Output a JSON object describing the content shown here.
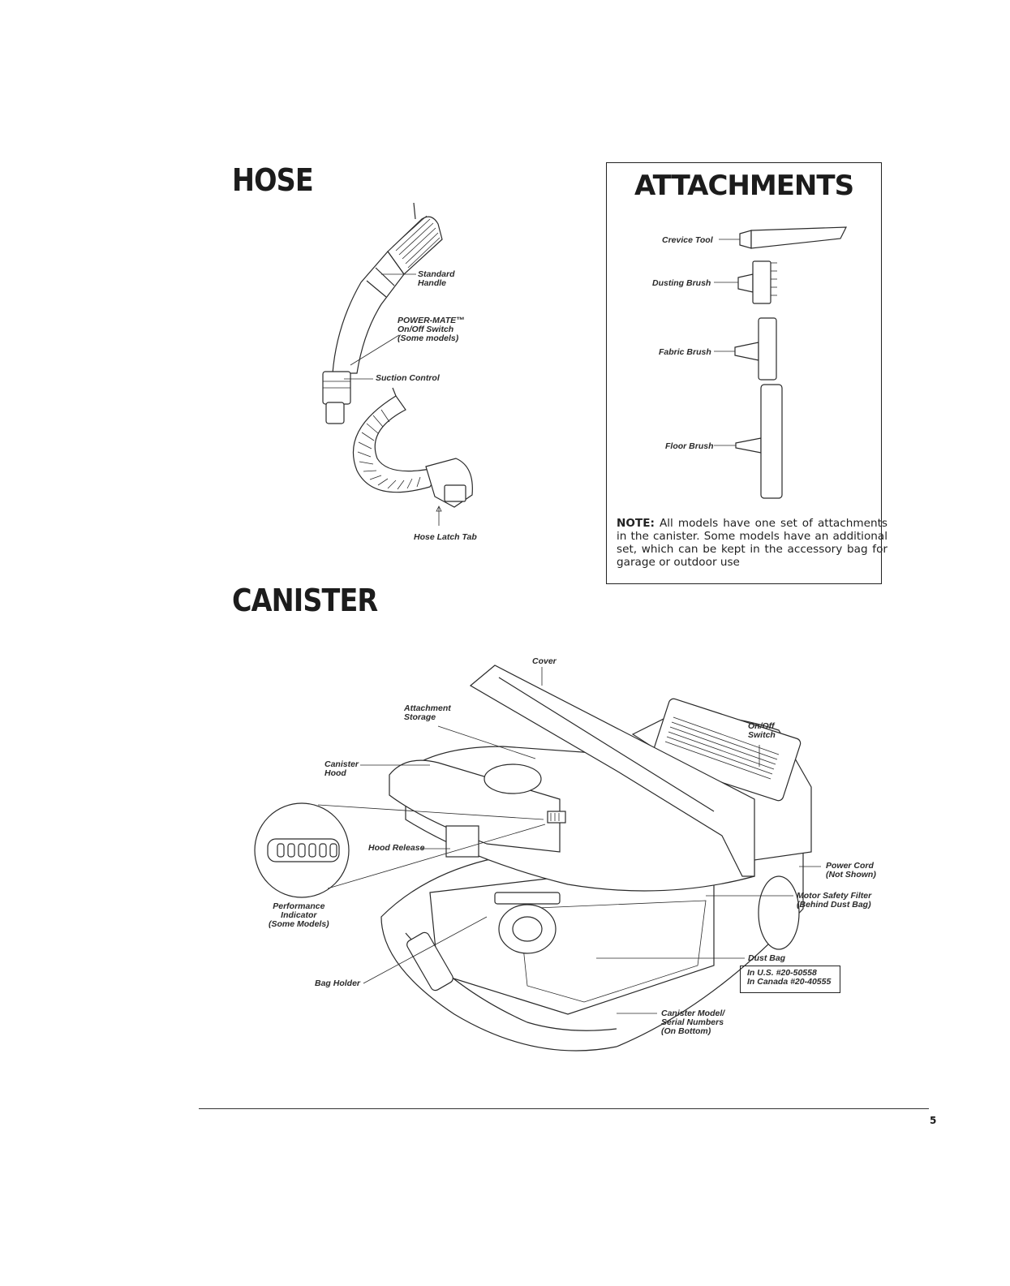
{
  "sections": {
    "hose": "HOSE",
    "canister": "CANISTER"
  },
  "hose_callouts": {
    "standard_handle": [
      "Standard",
      "Handle"
    ],
    "power_mate_switch": [
      "POWER-MATE™",
      "On/Off Switch",
      "(Some models)"
    ],
    "suction_control": "Suction Control",
    "hose_latch_tab": "Hose Latch Tab"
  },
  "attachments": {
    "title": "ATTACHMENTS",
    "items": {
      "crevice_tool": "Crevice Tool",
      "dusting_brush": "Dusting Brush",
      "fabric_brush": "Fabric Brush",
      "floor_brush": "Floor Brush"
    },
    "note_label": "NOTE:",
    "note_text": " All models have one set of attachments in the canister. Some models have an additional set, which can be kept in the accessory bag for garage or outdoor use"
  },
  "canister_callouts": {
    "cover": "Cover",
    "attachment_storage": [
      "Attachment",
      "Storage"
    ],
    "on_off_switch": [
      "On/Off",
      "Switch"
    ],
    "canister_hood": [
      "Canister",
      "Hood"
    ],
    "hood_release": "Hood Release",
    "power_cord": [
      "Power Cord",
      "(Not Shown)"
    ],
    "motor_safety_filter": [
      "Motor Safety Filter",
      "(Behind Dust Bag)"
    ],
    "performance_indicator": [
      "Performance",
      "Indicator",
      "(Some Models)"
    ],
    "dust_bag": "Dust Bag",
    "dust_bag_us": "In U.S. #20-50558",
    "dust_bag_canada": "In Canada #20-40555",
    "bag_holder": "Bag Holder",
    "model_serial": [
      "Canister Model/",
      "Serial Numbers",
      "(On Bottom)"
    ]
  },
  "page_number": "5"
}
